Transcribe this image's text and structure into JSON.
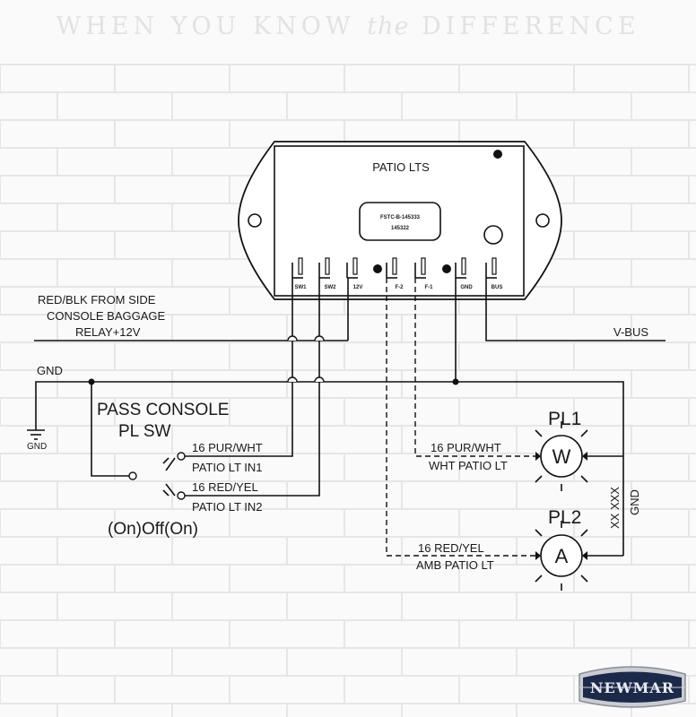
{
  "header": {
    "tagline_prefix": "WHEN YOU KNOW ",
    "tagline_italic": "the",
    "tagline_suffix": " DIFFERENCE"
  },
  "module": {
    "title": "PATIO LTS",
    "part_line1": "FSTC-B-145333",
    "part_line2": "145322",
    "terminals": [
      "SW1",
      "SW2",
      "12V",
      "F-2",
      "F-1",
      "GND",
      "BUS"
    ]
  },
  "labels": {
    "power_source_line1": "RED/BLK FROM SIDE",
    "power_source_line2": "CONSOLE BAGGAGE",
    "power_source_line3": "RELAY+12V",
    "vbus": "V-BUS",
    "gnd": "GND",
    "ground_symbol_label": "GND",
    "switch_title_line1": "PASS CONSOLE",
    "switch_title_line2": "PL SW",
    "switch_wire1_line1": "16 PUR/WHT",
    "switch_wire1_line2": "PATIO LT IN1",
    "switch_wire2_line1": "16 RED/YEL",
    "switch_wire2_line2": "PATIO LT IN2",
    "switch_mode": "(On)Off(On)",
    "pl1_wire_line1": "16 PUR/WHT",
    "pl1_wire_line2": "WHT PATIO LT",
    "pl2_wire_line1": "16 RED/YEL",
    "pl2_wire_line2": "AMB PATIO LT",
    "gnd_wire_code": "XX XXX",
    "gnd_wire_label": "GND"
  },
  "lamps": [
    {
      "name": "PL1",
      "letter": "W"
    },
    {
      "name": "PL2",
      "letter": "A"
    }
  ],
  "logo": {
    "text": "NEWMAR"
  },
  "colors": {
    "background": "#fafafa",
    "brick_line": "#e6e6e6",
    "ink": "#111111",
    "logo_navy": "#1b2a4a",
    "logo_silver": "#c9ccd1"
  }
}
